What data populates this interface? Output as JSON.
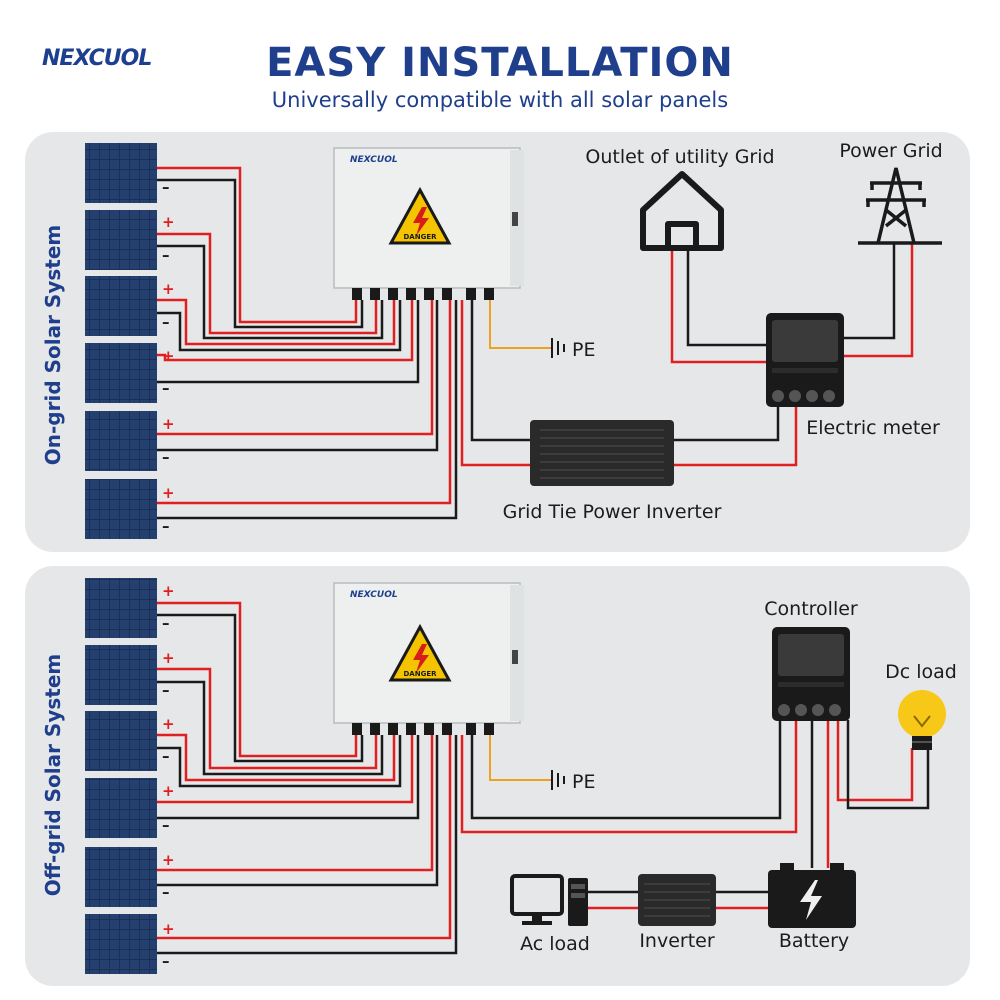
{
  "brand": {
    "logo_text": "NEXCUOL"
  },
  "header": {
    "title": "EASY INSTALLATION",
    "subtitle": "Universally compatible with all solar panels"
  },
  "on_grid": {
    "side_label": "On-grid Solar System",
    "box_logo": "NEXCUOL",
    "danger_text": "DANGER",
    "pe_label": "PE",
    "outlet_label": "Outlet of utility Grid",
    "power_grid_label": "Power Grid",
    "meter_label": "Electric meter",
    "inverter_label": "Grid Tie Power Inverter",
    "plus": "+",
    "minus": "–"
  },
  "off_grid": {
    "side_label": "Off-grid Solar System",
    "box_logo": "NEXCUOL",
    "danger_text": "DANGER",
    "pe_label": "PE",
    "controller_label": "Controller",
    "dc_load_label": "Dc load",
    "ac_load_label": "Ac load",
    "inverter_label": "Inverter",
    "battery_label": "Battery",
    "plus": "+",
    "minus": "–"
  },
  "colors": {
    "brand_blue": "#1f3f8c",
    "panel_bg": "#e6e7e9",
    "wire_red": "#e02020",
    "wire_black": "#1a1a1a",
    "wire_pe": "#f0a020",
    "solar_cell": "#1b2f58",
    "danger_yellow": "#f5c400"
  }
}
